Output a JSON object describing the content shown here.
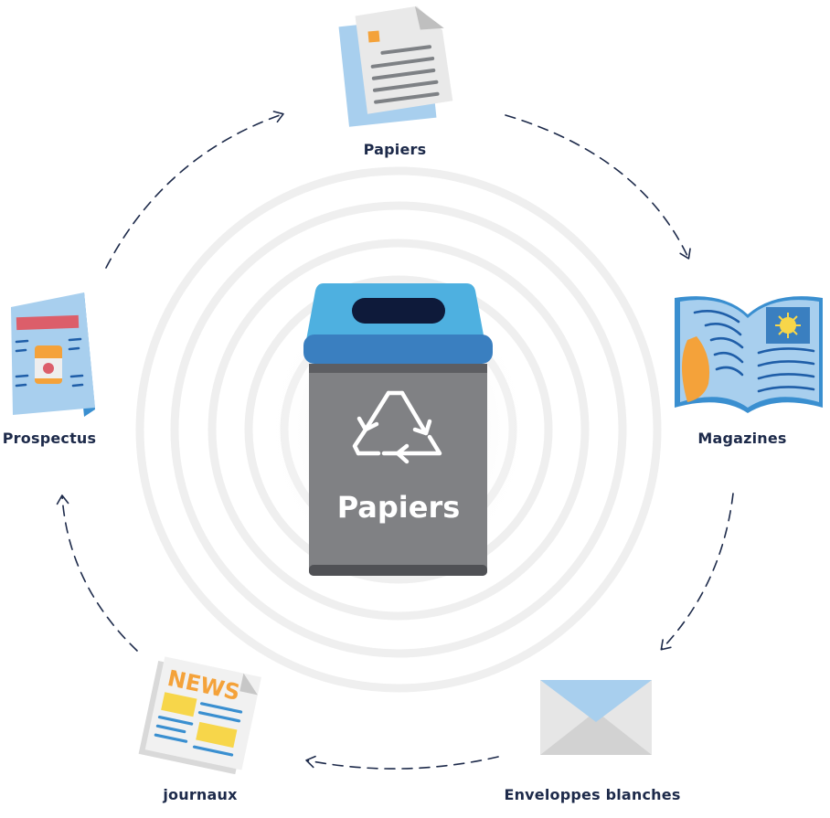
{
  "bin": {
    "label": "Papiers",
    "icon": "recycle-icon"
  },
  "items": [
    {
      "id": "papiers",
      "label": "Papiers",
      "icon": "paper-document-icon"
    },
    {
      "id": "magazines",
      "label": "Magazines",
      "icon": "magazine-icon"
    },
    {
      "id": "enveloppes",
      "label": "Enveloppes blanches",
      "icon": "envelope-icon"
    },
    {
      "id": "journaux",
      "label": "journaux",
      "icon": "newspaper-icon"
    },
    {
      "id": "prospectus",
      "label": "Prospectus",
      "icon": "flyer-icon"
    }
  ],
  "newspaper": {
    "headline": "NEWS"
  },
  "colors": {
    "bin_body": "#808184",
    "bin_lid": "#4eb0e0",
    "bin_rim": "#3a7fc0",
    "slot": "#0e1a3a",
    "arrow": "#1d2a4a",
    "circles": "#eeeeee"
  }
}
